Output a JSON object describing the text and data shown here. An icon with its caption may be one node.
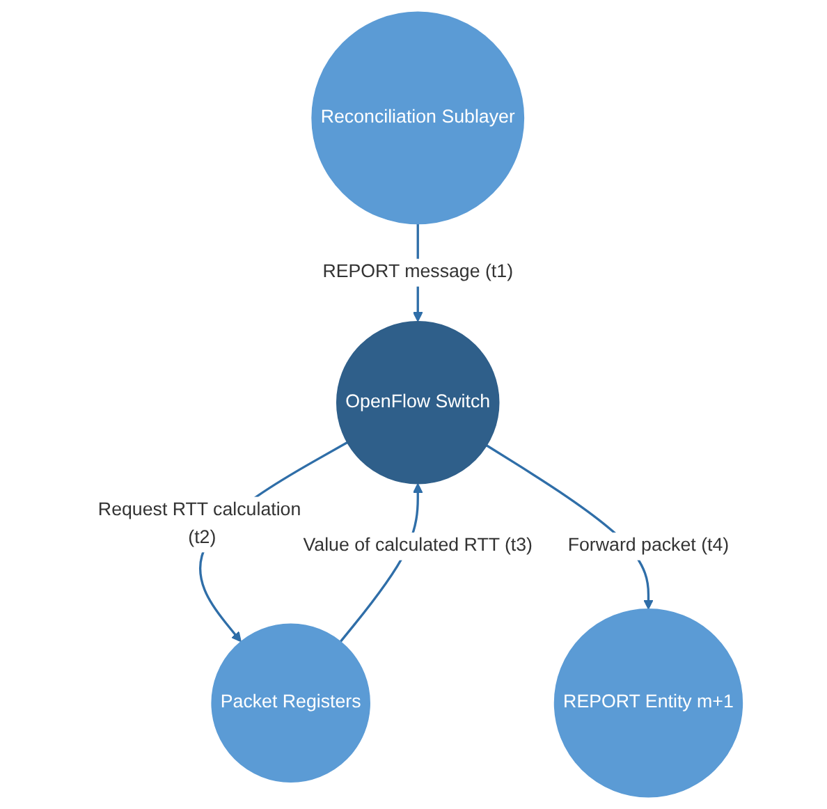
{
  "diagram": {
    "nodes": [
      {
        "text": [
          "Reconciliation Sublayer"
        ]
      },
      {
        "text": [
          "OpenFlow Switch"
        ]
      },
      {
        "text": [
          "Packet Registers"
        ]
      },
      {
        "text": [
          "REPORT Entity m+1"
        ]
      }
    ],
    "edges": [
      {
        "from": 0,
        "to": 1,
        "arrow": "to",
        "label": "REPORT message (t1)"
      },
      {
        "from": 1,
        "to": 2,
        "arrow": "to",
        "label": "Request RTT calculation (t2)"
      },
      {
        "from": 2,
        "to": 1,
        "arrow": "to",
        "label": "Value of calculated RTT (t3)"
      },
      {
        "from": 1,
        "to": 3,
        "arrow": "to",
        "label": "Forward packet (t4)"
      }
    ]
  }
}
